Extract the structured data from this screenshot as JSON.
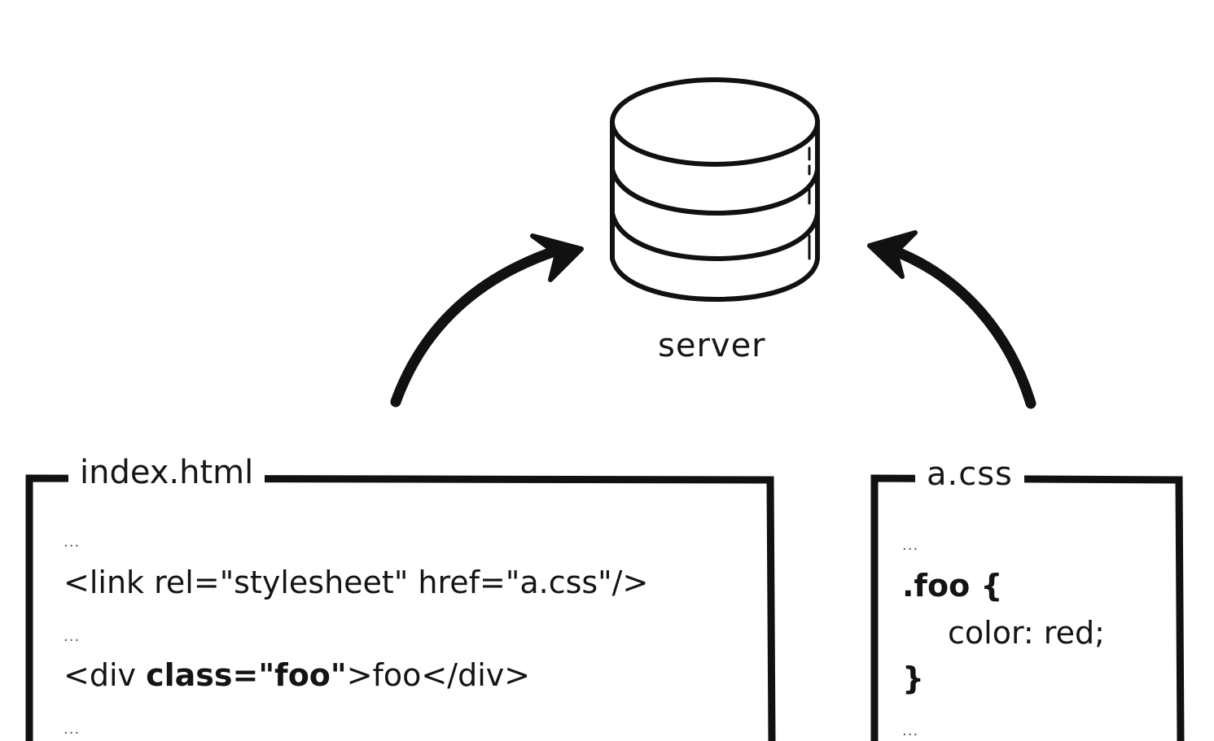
{
  "server": {
    "label": "server"
  },
  "html_file": {
    "title": "index.html",
    "ellipsis": "...",
    "line_link": "<link rel=\"stylesheet\" href=\"a.css\"/>",
    "div_open": "<div ",
    "div_attr": "class=\"foo\"",
    "div_rest": ">foo</div>"
  },
  "css_file": {
    "title": "a.css",
    "ellipsis": "...",
    "selector": ".foo {",
    "declaration": "color: red;",
    "close": "}"
  },
  "colors": {
    "ink": "#111111",
    "background": "#ffffff"
  }
}
